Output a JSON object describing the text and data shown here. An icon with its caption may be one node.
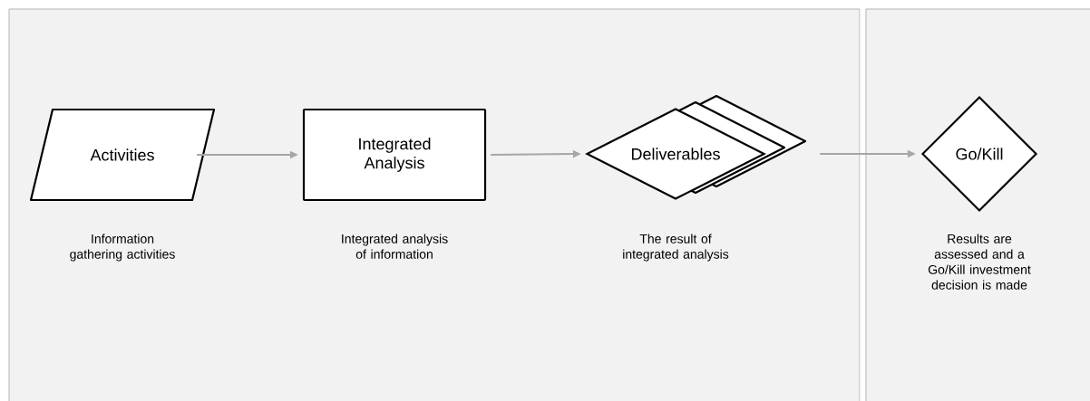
{
  "diagram": {
    "nodes": [
      {
        "text": [
          "Activities"
        ],
        "beside": [
          "Information gathering activities"
        ]
      },
      {
        "text": [
          "Integrated Analysis"
        ],
        "beside": [
          "Integrated analysis of information"
        ]
      },
      {
        "text": [
          "Deliverables"
        ],
        "beside": [
          "The result of integrated analysis"
        ]
      },
      {
        "text": [
          "Go/Kill"
        ],
        "beside": [
          "Results are assessed and a Go/Kill investment decision is made"
        ]
      }
    ],
    "edges": [
      {
        "from": 0,
        "to": 1,
        "arrow": "to"
      },
      {
        "from": 1,
        "to": 2,
        "arrow": "to"
      },
      {
        "from": 2,
        "to": 3,
        "arrow": "to"
      }
    ]
  }
}
